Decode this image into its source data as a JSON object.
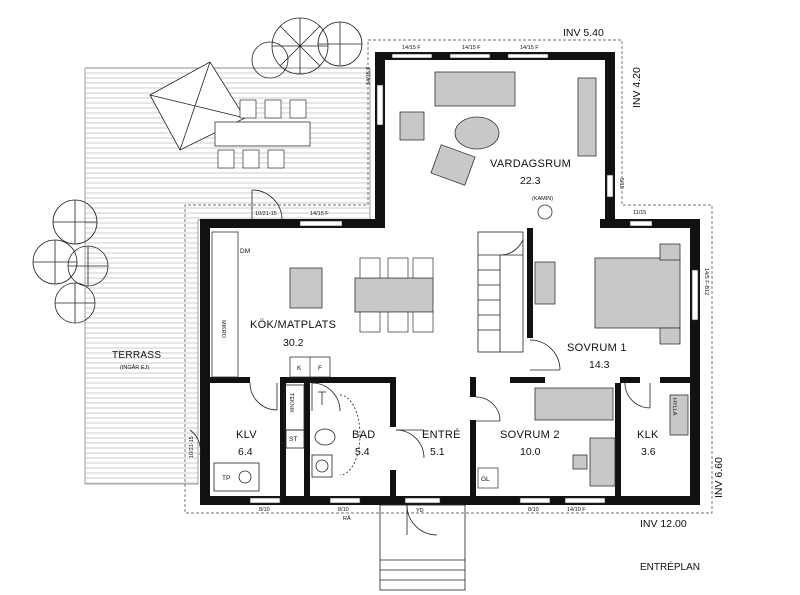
{
  "plan": {
    "title": "ENTRÉPLAN",
    "dims": {
      "top": "INV 5.40",
      "right_upper": "INV 4.20",
      "right_lower": "INV 6.60",
      "bottom": "INV 12.00"
    },
    "rooms": {
      "vardagsrum": {
        "name": "VARDAGSRUM",
        "area": "22.3"
      },
      "kok": {
        "name": "KÖK/MATPLATS",
        "area": "30.2"
      },
      "sovrum1": {
        "name": "SOVRUM 1",
        "area": "14.3"
      },
      "sovrum2": {
        "name": "SOVRUM 2",
        "area": "10.0"
      },
      "klv": {
        "name": "KLV",
        "area": "6.4"
      },
      "bad": {
        "name": "BAD",
        "area": "5.4"
      },
      "entre": {
        "name": "ENTRÉ",
        "area": "5.1"
      },
      "klk": {
        "name": "KLK",
        "area": "3.6"
      },
      "terrass": {
        "name": "TERRASS",
        "note": "(INGÅR EJ)"
      }
    },
    "fixtures": {
      "kamin": "(KAMIN)",
      "dm": "DM",
      "mikro": "MIKRO",
      "k": "K",
      "f": "F",
      "teknik": "TEKNIK",
      "st": "ST",
      "tp": "TP",
      "gl": "GL",
      "hylla": "HYLLA",
      "yd": "YD"
    },
    "windows": {
      "w_top1": "14/15 F",
      "w_top2": "14/15 F",
      "w_top3": "14/15 F",
      "w_vleft": "14/15 F",
      "w_door_terr": "10/21-15",
      "w_kitchen_top": "14/15 F",
      "w_vright": "5/15",
      "w_s1_top": "11/15",
      "w_s1_right": "14/5 F-B12",
      "w_klv_door": "10/21-15",
      "w_bot1": "8/10",
      "w_bot2": "8/10",
      "w_bot2b": "RÅ",
      "w_bot3": "8/10",
      "w_bot4": "14/10 F"
    }
  }
}
